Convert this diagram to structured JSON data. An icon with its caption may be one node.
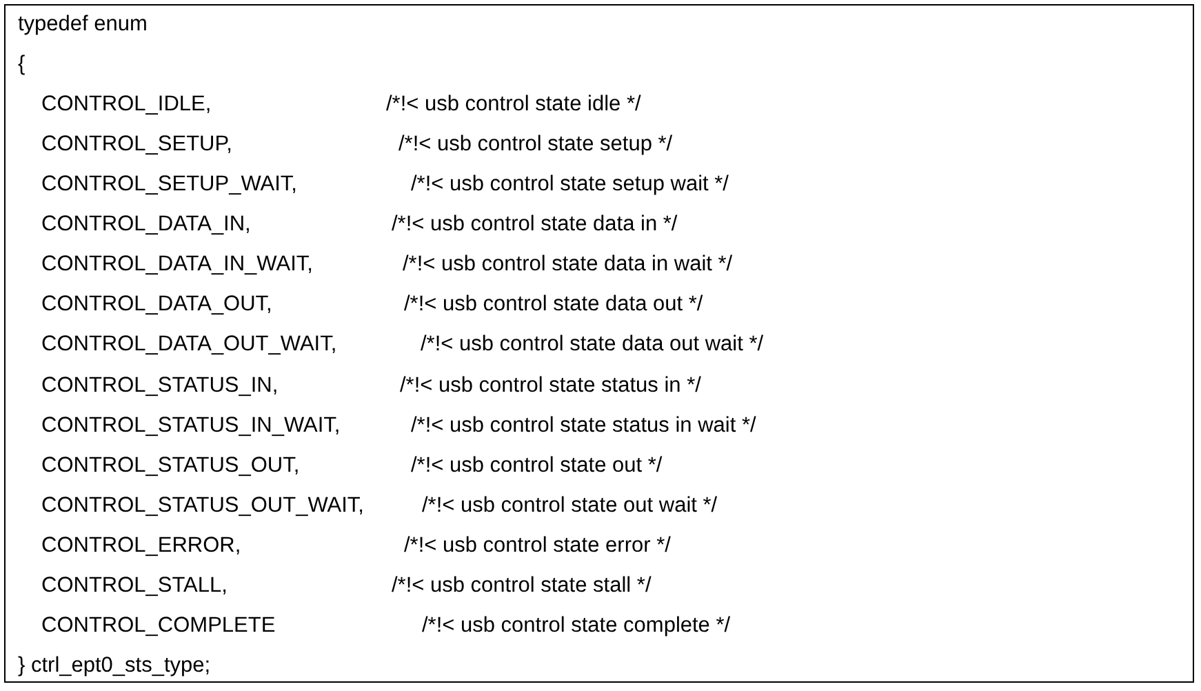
{
  "diagram": {
    "labels": [
      "typedef enum",
      "{",
      "CONTROL_IDLE,",
      "/*!< usb control state idle */",
      "CONTROL_SETUP,",
      "/*!< usb control state setup */",
      "CONTROL_SETUP_WAIT,",
      "/*!< usb control state setup wait */",
      "CONTROL_DATA_IN,",
      "/*!< usb control state data in */",
      "CONTROL_DATA_IN_WAIT,",
      "/*!< usb control state data in wait */",
      "CONTROL_DATA_OUT,",
      "/*!< usb control state data out */",
      "CONTROL_DATA_OUT_WAIT,",
      "/*!< usb control state data out wait */",
      "CONTROL_STATUS_IN,",
      "/*!< usb control state status in */",
      "CONTROL_STATUS_IN_WAIT,",
      "/*!< usb control state status in wait */",
      "CONTROL_STATUS_OUT,",
      "/*!< usb control state out */",
      "CONTROL_STATUS_OUT_WAIT,",
      "/*!< usb control state out wait */",
      "CONTROL_ERROR,",
      "/*!< usb control state error */",
      "CONTROL_STALL,",
      "/*!< usb control state stall */",
      "CONTROL_COMPLETE",
      "/*!< usb control state complete */",
      "} ctrl_ept0_sts_type;"
    ]
  }
}
